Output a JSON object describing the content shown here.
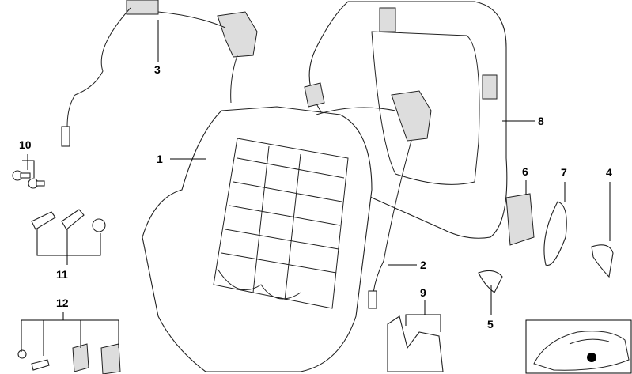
{
  "diagram": {
    "title": "Seat backrest frame parts",
    "callouts": [
      "1",
      "2",
      "3",
      "4",
      "5",
      "6",
      "7",
      "8",
      "9",
      "10",
      "11",
      "12"
    ]
  }
}
